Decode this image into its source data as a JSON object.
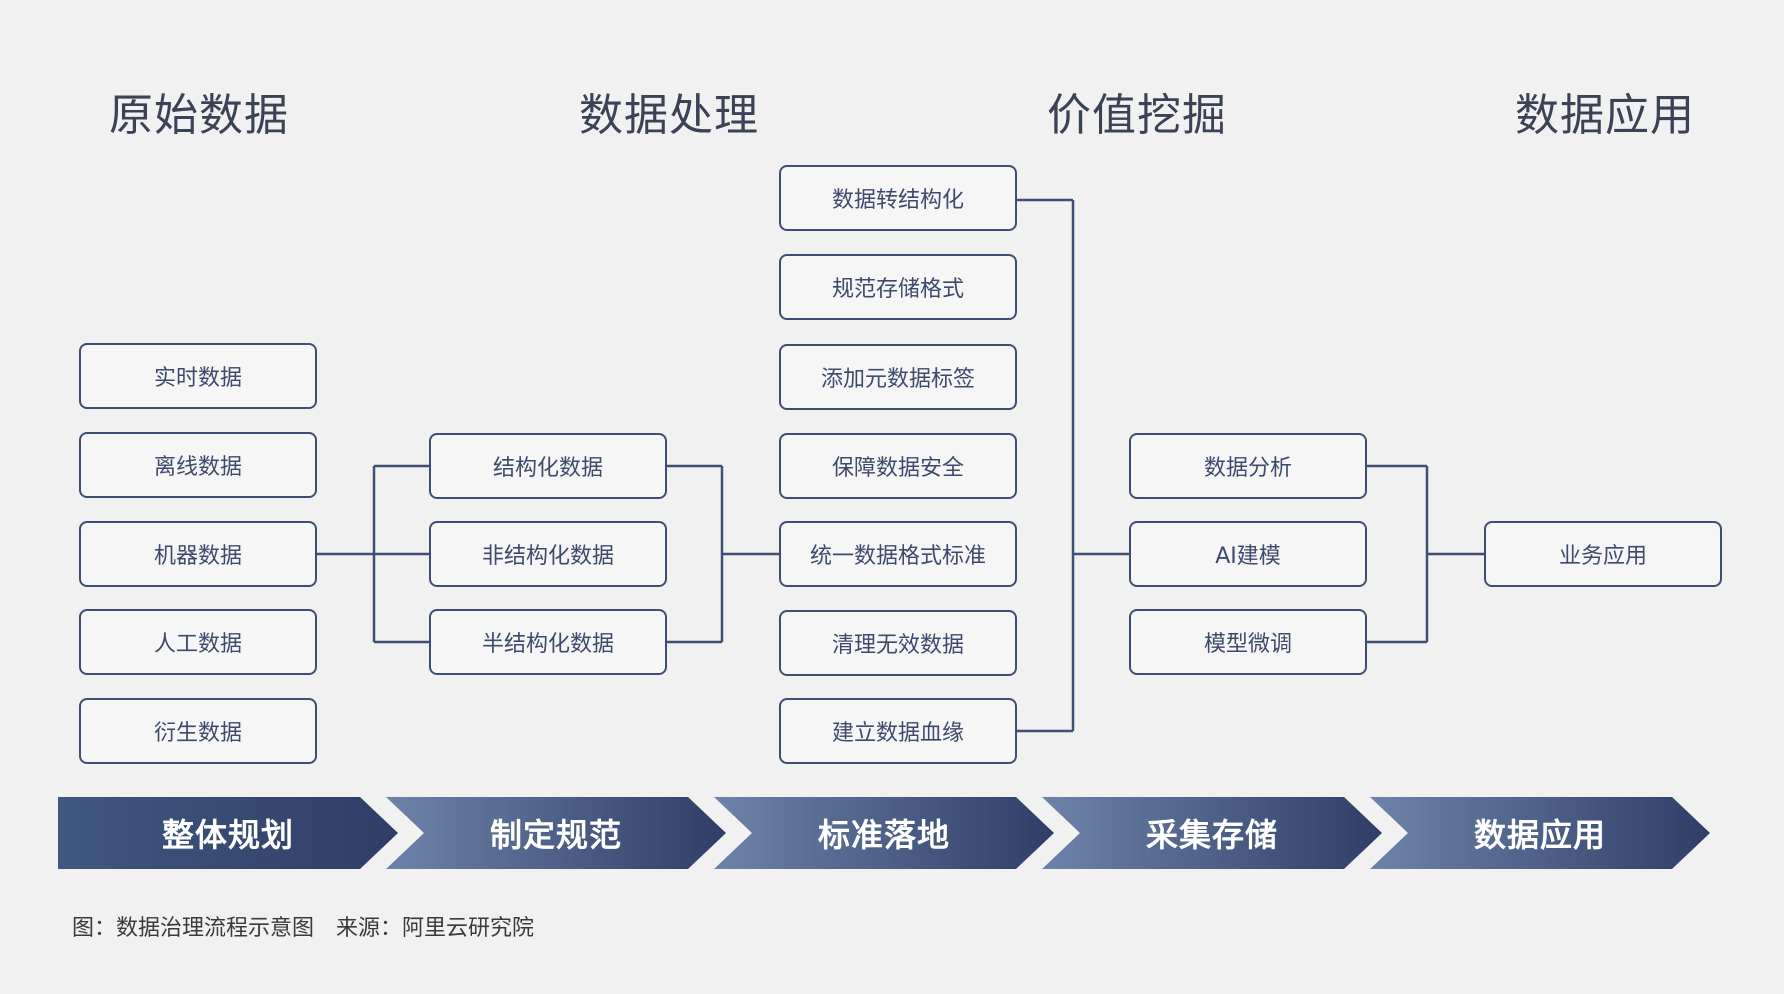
{
  "headings": {
    "raw": "原始数据",
    "processing": "数据处理",
    "value": "价值挖掘",
    "application": "数据应用"
  },
  "raw_data": [
    "实时数据",
    "离线数据",
    "机器数据",
    "人工数据",
    "衍生数据"
  ],
  "data_types": [
    "结构化数据",
    "非结构化数据",
    "半结构化数据"
  ],
  "processing_steps": [
    "数据转结构化",
    "规范存储格式",
    "添加元数据标签",
    "保障数据安全",
    "统一数据格式标准",
    "清理无效数据",
    "建立数据血缘"
  ],
  "value_mining": [
    "数据分析",
    "AI建模",
    "模型微调"
  ],
  "business": "业务应用",
  "phases": [
    "整体规划",
    "制定规范",
    "标准落地",
    "采集存储",
    "数据应用"
  ],
  "caption": {
    "figure": "图：数据治理流程示意图",
    "source": "来源：阿里云研究院"
  },
  "colors": {
    "node_border": "#3f4f72",
    "node_text": "#3d4a6b",
    "arrow_dark": "#2f3e66",
    "arrow_light": "#6d83a9",
    "background": "#f1f1f1"
  }
}
